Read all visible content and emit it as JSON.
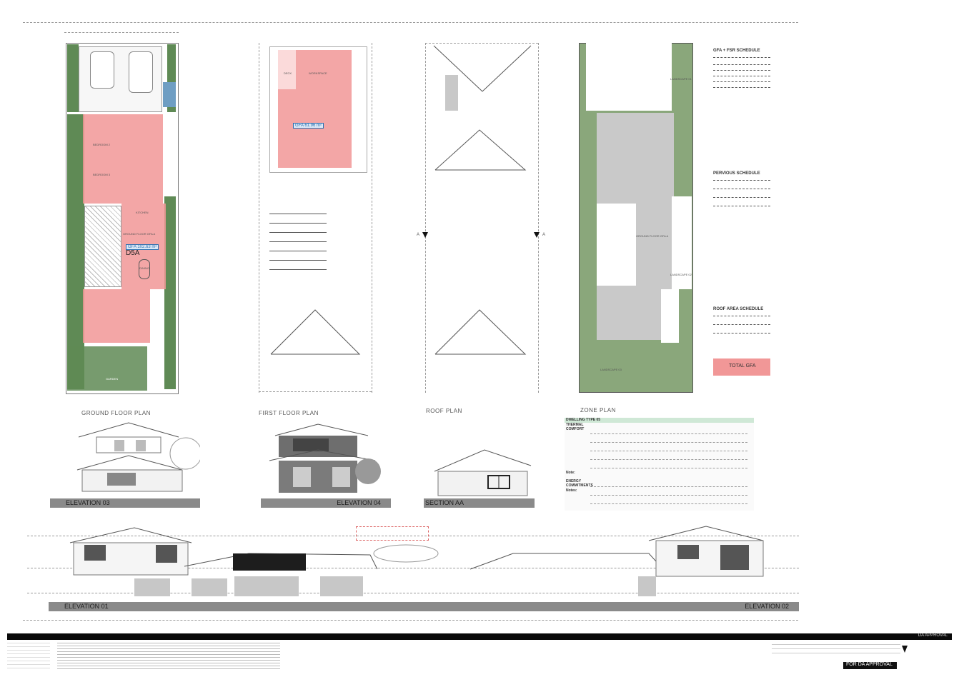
{
  "plans": {
    "ground": {
      "title": "GROUND FLOOR PLAN",
      "rooms": {
        "bedroom2": "BEDROOM 2",
        "bedroom3": "BEDROOM 3",
        "kitchen": "KITCHEN",
        "gfa_label": "GROUND FLOOR GFA A",
        "dining": "DINING",
        "garden": "GARDEN"
      },
      "gfa_box": "GFA 102.63 m²",
      "tag": "D5A"
    },
    "first": {
      "title": "FIRST FLOOR PLAN",
      "rooms": {
        "deck": "DECK",
        "workspace": "WORKSPACE"
      },
      "gfa_box": "GFA 61.96 m²"
    },
    "roof": {
      "title": "ROOF PLAN",
      "section_mark_left": "A",
      "section_mark_right": "A"
    },
    "zone": {
      "title": "ZONE PLAN",
      "landscape_01": "LANDSCAPE 01",
      "landscape_02": "LANDSCAPE 02",
      "landscape_03": "LANDSCAPE 03",
      "ground_gfa": "GROUND FLOOR GFA A"
    }
  },
  "schedules": {
    "gfa": {
      "title": "GFA + FSR SCHEDULE"
    },
    "pervious": {
      "title": "PERVIOUS SCHEDULE"
    },
    "roof": {
      "title": "ROOF AREA SCHEDULE"
    },
    "total": "TOTAL GFA"
  },
  "basix": {
    "heading": "DWELLING TYPE 05",
    "thermal": "THERMAL COMFORT",
    "note": "Note:",
    "energy": "ENERGY COMMITMENTS",
    "notes2": "Notes:"
  },
  "elevations": {
    "e03": "ELEVATION 03",
    "e04": "ELEVATION 04",
    "section": "SECTION AA",
    "e01": "ELEVATION 01",
    "e02": "ELEVATION 02"
  },
  "title_block": {
    "status_top": "DA APPROVAL",
    "stamp": "FOR DA APPROVAL"
  },
  "colors": {
    "gfa_red": "#f19797",
    "landscape_green": "#8aa77b",
    "paving_grey": "#c9c9c9",
    "basix_header": "#cfe8d6"
  }
}
